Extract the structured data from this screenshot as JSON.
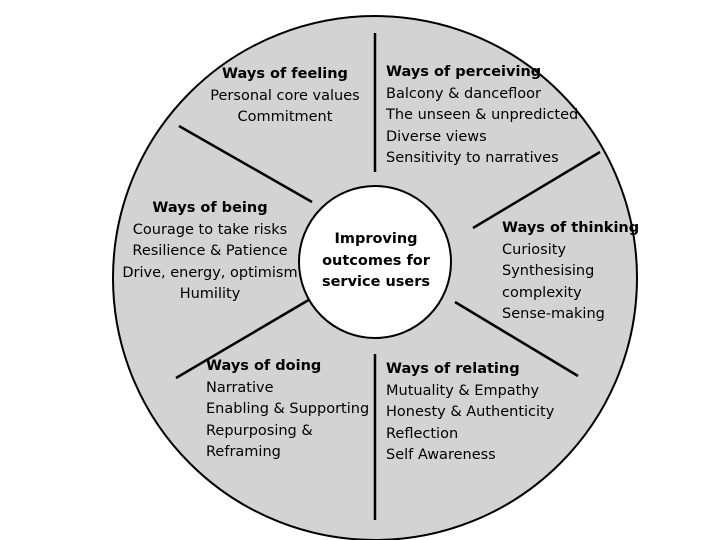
{
  "colors": {
    "wheel_fill": "#d3d3d3",
    "center_fill": "#ffffff",
    "stroke": "#000000"
  },
  "center": {
    "lines": [
      "Improving",
      "outcomes for",
      "service users"
    ]
  },
  "sections": {
    "feeling": {
      "heading": "Ways of feeling",
      "items": [
        "Personal core values",
        "Commitment"
      ]
    },
    "perceiving": {
      "heading": "Ways of perceiving",
      "items": [
        "Balcony & dancefloor",
        "The unseen & unpredicted",
        "Diverse views",
        "Sensitivity to narratives"
      ]
    },
    "being": {
      "heading": "Ways of being",
      "items": [
        "Courage to take risks",
        "Resilience & Patience",
        "Drive, energy, optimism",
        "Humility"
      ]
    },
    "thinking": {
      "heading": "Ways of thinking",
      "items": [
        "Curiosity",
        "Synthesising",
        "complexity",
        "Sense-making"
      ]
    },
    "doing": {
      "heading": "Ways of doing",
      "items": [
        "Narrative",
        "Enabling & Supporting",
        "Repurposing &",
        "Reframing"
      ]
    },
    "relating": {
      "heading": "Ways of relating",
      "items": [
        "Mutuality & Empathy",
        "Honesty & Authenticity",
        "Reflection",
        "Self Awareness"
      ]
    }
  }
}
